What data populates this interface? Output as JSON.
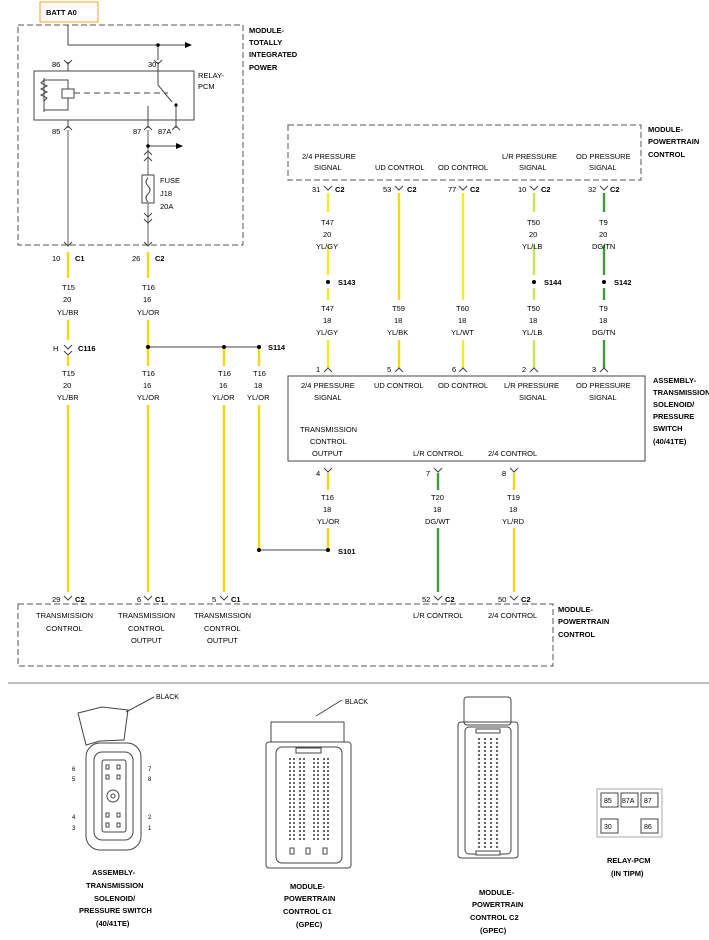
{
  "header": {
    "batt": "BATT A0"
  },
  "tip_module": {
    "line1": "MODULE-",
    "line2": "TOTALLY",
    "line3": "INTEGRATED",
    "line4": "POWER"
  },
  "relay": {
    "label1": "RELAY-",
    "label2": "PCM",
    "pin86": "86",
    "pin30": "30",
    "pin85": "85",
    "pin87": "87",
    "pin87a": "87A"
  },
  "fuse": {
    "label": "FUSE",
    "id": "J18",
    "amps": "20A"
  },
  "pcm_top": {
    "line1": "MODULE-",
    "line2": "POWERTRAIN",
    "line3": "CONTROL",
    "signals": [
      {
        "l1": "2/4 PRESSURE",
        "l2": "SIGNAL",
        "pin": "31",
        "conn": "C2"
      },
      {
        "l1": "UD CONTROL",
        "l2": "",
        "pin": "53",
        "conn": "C2"
      },
      {
        "l1": "OD CONTROL",
        "l2": "",
        "pin": "77",
        "conn": "C2"
      },
      {
        "l1": "L/R PRESSURE",
        "l2": "SIGNAL",
        "pin": "10",
        "conn": "C2"
      },
      {
        "l1": "OD PRESSURE",
        "l2": "SIGNAL",
        "pin": "32",
        "conn": "C2"
      }
    ]
  },
  "left_wires": {
    "w1": {
      "pin": "10",
      "conn": "C1",
      "circuit": "T15",
      "gauge": "20",
      "color": "YL/BR"
    },
    "w2": {
      "pin": "26",
      "conn": "C2",
      "circuit": "T16",
      "gauge": "16",
      "color": "YL/OR"
    },
    "c116": {
      "pin": "H",
      "name": "C116"
    },
    "w1b": {
      "circuit": "T15",
      "gauge": "20",
      "color": "YL/BR"
    },
    "w2b": {
      "circuit": "T16",
      "gauge": "16",
      "color": "YL/OR"
    },
    "w3": {
      "circuit": "T16",
      "gauge": "16",
      "color": "YL/OR"
    },
    "w4": {
      "circuit": "T16",
      "gauge": "18",
      "color": "YL/OR"
    },
    "s114": "S114"
  },
  "right_wires": {
    "a": {
      "circuit": "T47",
      "gauge": "20",
      "color": "YL/GY",
      "splice": "S143",
      "circuit2": "T47",
      "gauge2": "18",
      "color2": "YL/GY",
      "pin": "1"
    },
    "b": {
      "circuit": "T59",
      "gauge": "18",
      "color": "YL/BK",
      "pin": "5"
    },
    "c": {
      "circuit": "T60",
      "gauge": "18",
      "color": "YL/WT",
      "pin": "6"
    },
    "d": {
      "circuit": "T50",
      "gauge": "20",
      "color": "YL/LB",
      "splice": "S144",
      "circuit2": "T50",
      "gauge2": "18",
      "color2": "YL/LB",
      "pin": "2"
    },
    "e": {
      "circuit": "T9",
      "gauge": "20",
      "color": "DG/TN",
      "splice": "S142",
      "circuit2": "T9",
      "gauge2": "18",
      "color2": "DG/TN",
      "pin": "3"
    }
  },
  "solenoid": {
    "line1": "ASSEMBLY-",
    "line2": "TRANSMISSION",
    "line3": "SOLENOID/",
    "line4": "PRESSURE",
    "line5": "SWITCH",
    "line6": "(40/41TE)",
    "top_labels": [
      {
        "l1": "2/4 PRESSURE",
        "l2": "SIGNAL"
      },
      {
        "l1": "UD CONTROL",
        "l2": ""
      },
      {
        "l1": "OD CONTROL",
        "l2": ""
      },
      {
        "l1": "L/R PRESSURE",
        "l2": "SIGNAL"
      },
      {
        "l1": "OD PRESSURE",
        "l2": "SIGNAL"
      }
    ],
    "tco1": "TRANSMISSION",
    "tco2": "CONTROL",
    "tco3": "OUTPUT",
    "lr": "L/R CONTROL",
    "c24": "2/4 CONTROL",
    "pin4": "4",
    "pin7": "7",
    "pin8": "8"
  },
  "lower_wires": {
    "x": {
      "circuit": "T16",
      "gauge": "18",
      "color": "YL/OR",
      "splice": "S101"
    },
    "y": {
      "circuit": "T20",
      "gauge": "18",
      "color": "DG/WT"
    },
    "z": {
      "circuit": "T19",
      "gauge": "18",
      "color": "YL/RD"
    }
  },
  "pcm_bottom": {
    "line1": "MODULE-",
    "line2": "POWERTRAIN",
    "line3": "CONTROL",
    "pins": [
      {
        "pin": "29",
        "conn": "C2",
        "l1": "TRANSMISSION",
        "l2": "CONTROL",
        "l3": ""
      },
      {
        "pin": "6",
        "conn": "C1",
        "l1": "TRANSMISSION",
        "l2": "CONTROL",
        "l3": "OUTPUT"
      },
      {
        "pin": "5",
        "conn": "C1",
        "l1": "TRANSMISSION",
        "l2": "CONTROL",
        "l3": "OUTPUT"
      },
      {
        "pin": "52",
        "conn": "C2",
        "l1": "L/R CONTROL",
        "l2": "",
        "l3": ""
      },
      {
        "pin": "50",
        "conn": "C2",
        "l1": "2/4 CONTROL",
        "l2": "",
        "l3": ""
      }
    ]
  },
  "connectors": {
    "sol": {
      "black": "BLACK",
      "l1": "ASSEMBLY-",
      "l2": "TRANSMISSION",
      "l3": "SOLENOID/",
      "l4": "PRESSURE SWITCH",
      "l5": "(40/41TE)",
      "p6": "6",
      "p5": "5",
      "p4": "4",
      "p3": "3",
      "p7": "7",
      "p8": "8",
      "p2": "2",
      "p1": "1"
    },
    "c1": {
      "black": "BLACK",
      "l1": "MODULE-",
      "l2": "POWERTRAIN",
      "l3": "CONTROL C1",
      "l4": "(GPEC)"
    },
    "c2": {
      "l1": "MODULE-",
      "l2": "POWERTRAIN",
      "l3": "CONTROL C2",
      "l4": "(GPEC)"
    },
    "relay": {
      "l1": "RELAY-PCM",
      "l2": "(IN TIPM)",
      "p85": "85",
      "p87a": "87A",
      "p87": "87",
      "p30": "30",
      "p86": "86"
    }
  }
}
